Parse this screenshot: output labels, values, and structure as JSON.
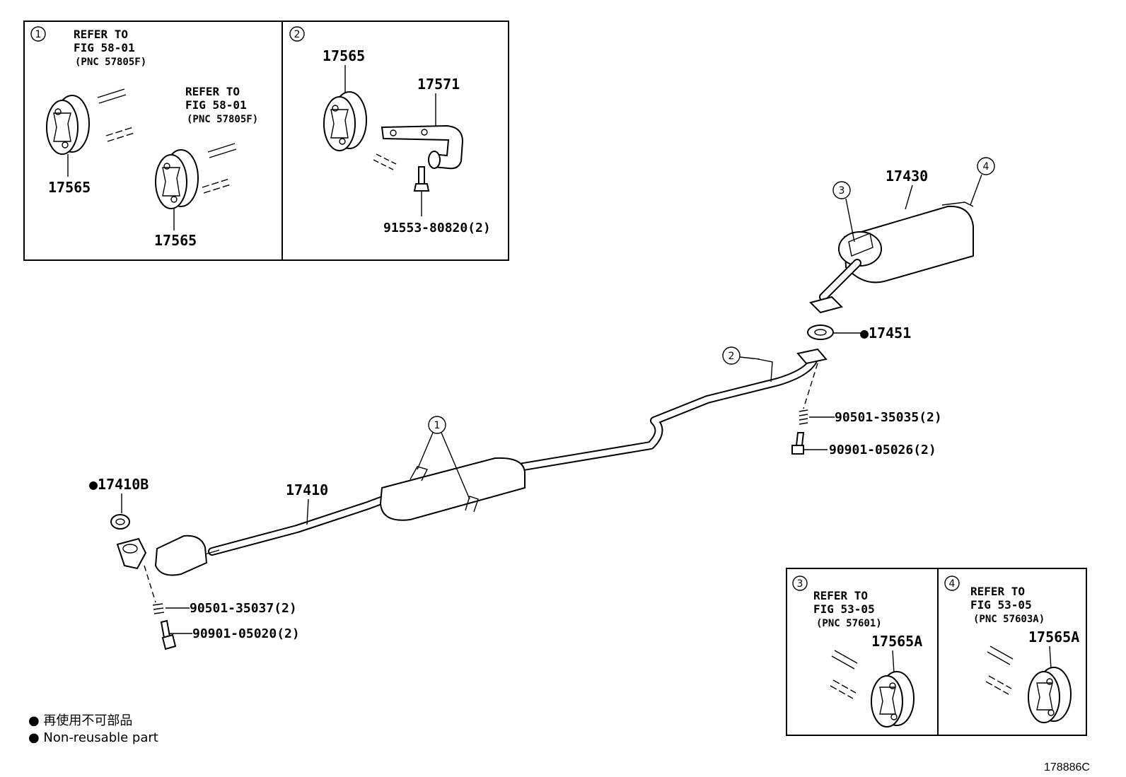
{
  "insets": {
    "inset1": {
      "marker": "1",
      "ref_a": {
        "line1": "REFER TO",
        "line2": "FIG 58-01",
        "line3": "(PNC 57805F)"
      },
      "ref_b": {
        "line1": "REFER TO",
        "line2": "FIG 58-01",
        "line3": "(PNC 57805F)"
      },
      "part_a": "17565",
      "part_b": "17565"
    },
    "inset2": {
      "marker": "2",
      "part_hanger": "17565",
      "part_bracket": "17571",
      "part_bolt": "91553-80820(2)"
    },
    "inset3": {
      "marker": "3",
      "ref": {
        "line1": "REFER TO",
        "line2": "FIG 53-05",
        "line3": "(PNC 57601)"
      },
      "part": "17565A"
    },
    "inset4": {
      "marker": "4",
      "ref": {
        "line1": "REFER TO",
        "line2": "FIG 53-05",
        "line3": "(PNC 57603A)"
      },
      "part": "17565A"
    }
  },
  "main": {
    "muffler": "17430",
    "muffler_gasket": "●17451",
    "front_pipe": "17410",
    "front_gasket": "●17410B",
    "spring_rear": "90501-35035(2)",
    "bolt_rear": "90901-05026(2)",
    "spring_front": "90501-35037(2)",
    "bolt_front": "90901-05020(2)",
    "callout_1": "1",
    "callout_2": "2",
    "callout_3": "3",
    "callout_4": "4"
  },
  "legend": {
    "line_jp": "● 再使用不可部品",
    "line_en": "● Non-reusable part"
  },
  "illustration_id": "178886C"
}
